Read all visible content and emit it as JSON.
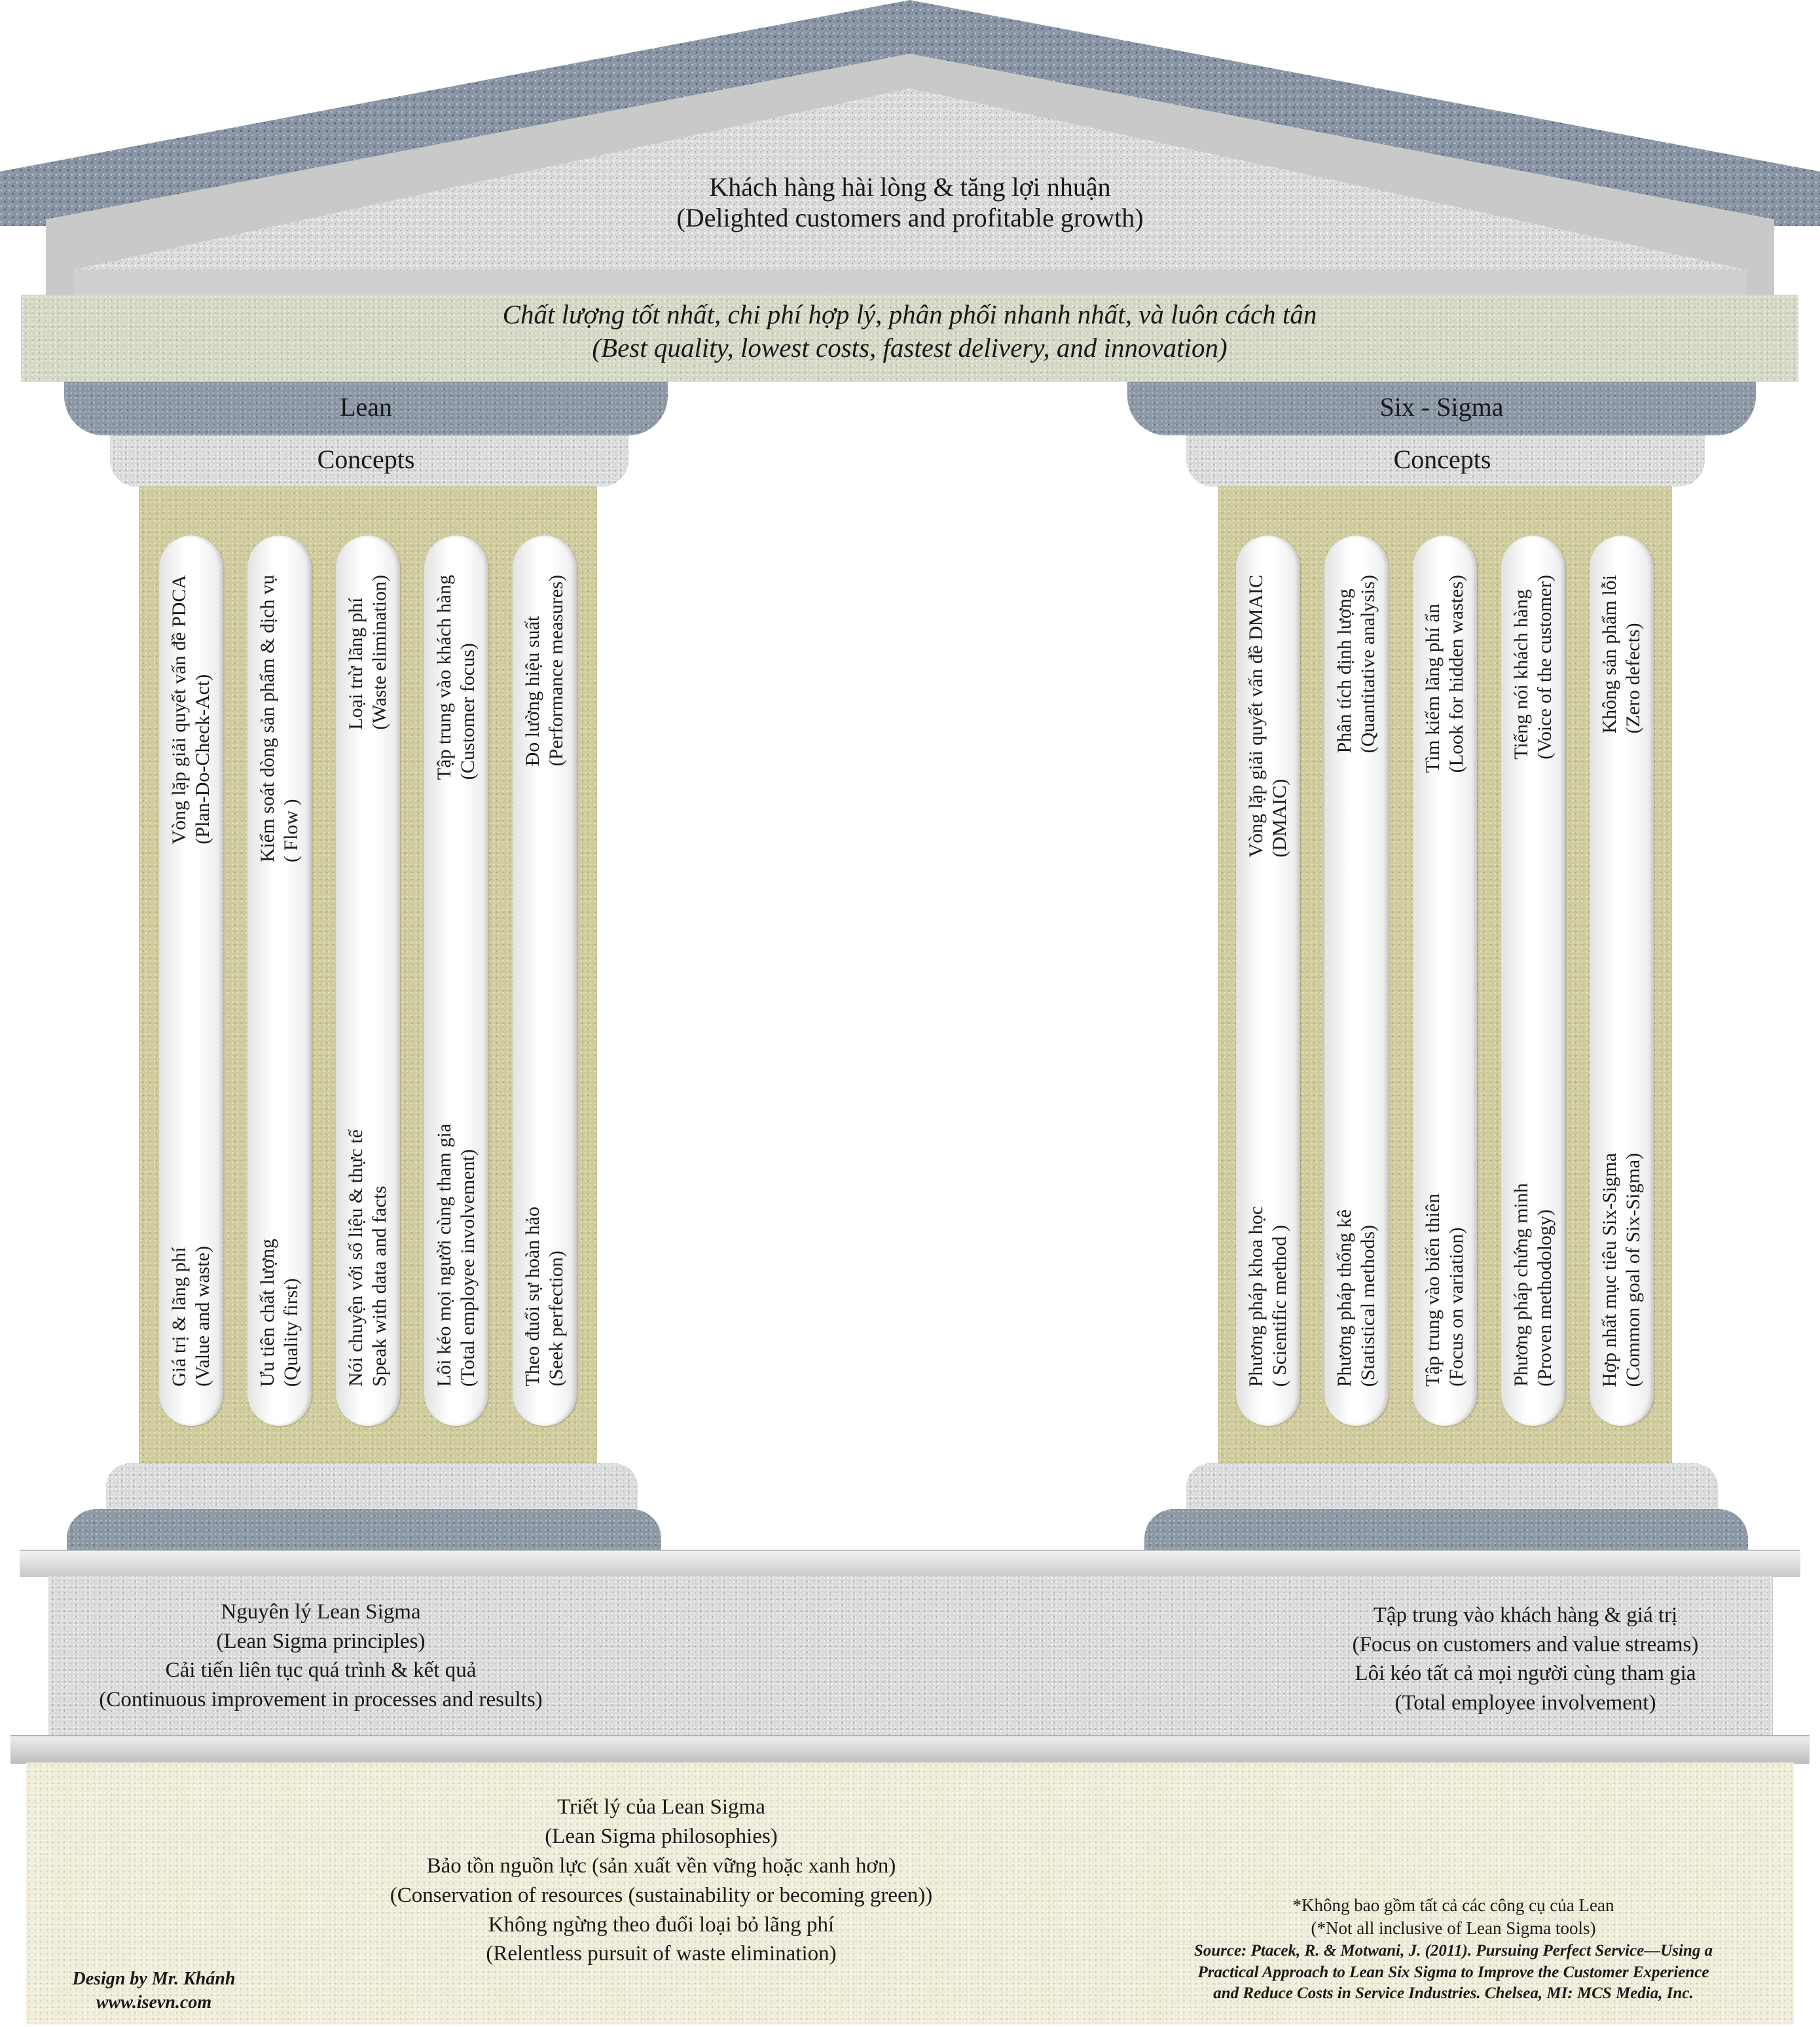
{
  "roof": {
    "line1": "Khách hàng hài lòng & tăng lợi nhuận",
    "line2": "(Delighted customers and profitable growth)"
  },
  "beam": {
    "line1": "Chất lượng tốt nhất, chi phí hợp lý, phân phối nhanh nhất, và luôn cách tân",
    "line2": "(Best quality, lowest costs, fastest delivery, and  innovation)"
  },
  "left_pillar": {
    "title": "Lean",
    "subtitle": "Concepts",
    "flutes": [
      {
        "top": [
          "Vòng lặp giải quyết vấn đề PDCA",
          "(Plan-Do-Check-Act)"
        ],
        "bottom": [
          "Giá trị & lãng phí",
          "(Value and waste)"
        ]
      },
      {
        "top": [
          "Kiểm soát dòng sản phẩm & dịch vụ",
          "( Flow )"
        ],
        "bottom": [
          "Ưu tiên chất lượng",
          "(Quality first)"
        ]
      },
      {
        "top": [
          "Loại trừ lãng phí",
          "(Waste elimination)"
        ],
        "bottom": [
          "Nói chuyện với số liệu & thực tế",
          "Speak with data and facts"
        ]
      },
      {
        "top": [
          "Tập trung vào khách hàng",
          "(Customer focus)"
        ],
        "bottom": [
          "Lôi kéo mọi người cùng tham gia",
          "(Total employee involvement)"
        ]
      },
      {
        "top": [
          "Đo lường hiệu suất",
          "(Performance measures)"
        ],
        "bottom": [
          "Theo đuổi sự hoàn hảo",
          "(Seek perfection)"
        ]
      }
    ]
  },
  "right_pillar": {
    "title": "Six - Sigma",
    "subtitle": "Concepts",
    "flutes": [
      {
        "top": [
          "Vòng lặp giải quyết vấn đề DMAIC",
          "(DMAIC)"
        ],
        "bottom": [
          "Phương pháp khoa học",
          "( Scientific method )"
        ]
      },
      {
        "top": [
          "Phân tích định lượng",
          "(Quantitative analysis)"
        ],
        "bottom": [
          "Phương pháp thống kê",
          "(Statistical methods)"
        ]
      },
      {
        "top": [
          "Tìm kiếm lãng phí ẩn",
          "(Look for hidden wastes)"
        ],
        "bottom": [
          "Tập trung vào biến thiên",
          "(Focus on variation)"
        ]
      },
      {
        "top": [
          "Tiếng nói khách hàng",
          "(Voice of the customer)"
        ],
        "bottom": [
          "Phương pháp chứng minh",
          "(Proven methodology)"
        ]
      },
      {
        "top": [
          "Không sản phẩm lỗi",
          "(Zero defects)"
        ],
        "bottom": [
          "Hợp nhất mục tiêu Six-Sigma",
          "(Common goal of Six-Sigma)"
        ]
      }
    ]
  },
  "foundation": {
    "left": [
      "Nguyên lý Lean Sigma",
      "(Lean Sigma principles)",
      "Cải tiến liên tục quá trình & kết quả",
      "(Continuous improvement in processes and results)"
    ],
    "right": [
      "Tập trung vào khách hàng & giá trị",
      "(Focus on customers and value streams)",
      "Lôi kéo tất cả mọi người cùng tham gia",
      "(Total employee involvement)"
    ]
  },
  "base": {
    "philosophy": [
      "Triết lý của Lean Sigma",
      "(Lean Sigma philosophies)",
      "Bảo tồn nguồn lực (sản xuất vền vững hoặc xanh hơn)",
      "(Conservation of resources (sustainability or becoming green))",
      "Không ngừng theo đuổi loại bỏ lãng phí",
      "(Relentless pursuit of waste elimination)"
    ],
    "credit": [
      "Design by Mr. Khánh",
      "www.isevn.com"
    ],
    "note": [
      "*Không bao gồm tất cả các công cụ của Lean",
      "(*Not all inclusive of Lean Sigma tools)"
    ],
    "source": [
      "Source: Ptacek, R. & Motwani, J. (2011). Pursuing Perfect Service—Using a",
      "Practical Approach to Lean Six Sigma to Improve the Customer Experience",
      "and Reduce Costs in Service Industries. Chelsea, MI: MCS Media, Inc."
    ]
  }
}
